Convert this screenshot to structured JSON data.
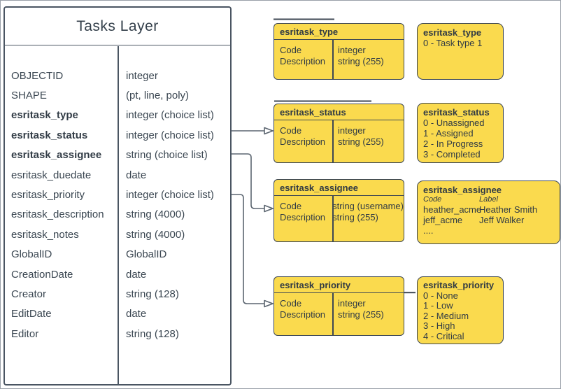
{
  "tasks_table": {
    "title": "Tasks Layer",
    "rows": [
      {
        "name": "OBJECTID",
        "type": "integer"
      },
      {
        "name": "SHAPE",
        "type": "(pt, line, poly)"
      },
      {
        "name": "esritask_type",
        "type": "integer (choice list)"
      },
      {
        "name": "esritask_status",
        "type": "integer (choice list)"
      },
      {
        "name": "esritask_assignee",
        "type": "string (choice list)"
      },
      {
        "name": "esritask_duedate",
        "type": "date"
      },
      {
        "name": "esritask_priority",
        "type": "integer (choice list)"
      },
      {
        "name": "esritask_description",
        "type": "string (4000)"
      },
      {
        "name": "esritask_notes",
        "type": "string (4000)"
      },
      {
        "name": "GlobalID",
        "type": "GlobalID"
      },
      {
        "name": "CreationDate",
        "type": "date"
      },
      {
        "name": "Creator",
        "type": "string (128)"
      },
      {
        "name": "EditDate",
        "type": "date"
      },
      {
        "name": "Editor",
        "type": "string (128)"
      }
    ]
  },
  "detail_boxes": {
    "type": {
      "title": "esritask_type",
      "fields": [
        "Code",
        "Description"
      ],
      "types": [
        "integer",
        "string (255)"
      ]
    },
    "status": {
      "title": "esritask_status",
      "fields": [
        "Code",
        "Description"
      ],
      "types": [
        "integer",
        "string (255)"
      ]
    },
    "assignee": {
      "title": "esritask_assignee",
      "fields": [
        "Code",
        "Description"
      ],
      "types": [
        "string (username)",
        "string (255)"
      ]
    },
    "priority": {
      "title": "esritask_priority",
      "fields": [
        "Code",
        "Description"
      ],
      "types": [
        "integer",
        "string (255)"
      ]
    }
  },
  "value_boxes": {
    "type": {
      "title": "esritask_type",
      "values": [
        "0 - Task type 1"
      ]
    },
    "status": {
      "title": "esritask_status",
      "values": [
        "0 - Unassigned",
        "1 - Assigned",
        "2 - In Progress",
        "3 - Completed"
      ]
    },
    "assignee": {
      "title": "esritask_assignee",
      "col_headers": [
        "Code",
        "Label"
      ],
      "rows": [
        [
          "heather_acme",
          "Heather Smith"
        ],
        [
          "jeff_acme",
          "Jeff Walker"
        ]
      ],
      "ellipsis": "...."
    },
    "priority": {
      "title": "esritask_priority",
      "values": [
        "0 - None",
        "1 - Low",
        "2 - Medium",
        "3 - High",
        "4 - Critical"
      ]
    }
  },
  "colors": {
    "box_fill": "#fada4e",
    "box_border": "#3d4753",
    "table_border": "#4a5562",
    "connector": "#5b6570",
    "text": "#3a4651"
  }
}
